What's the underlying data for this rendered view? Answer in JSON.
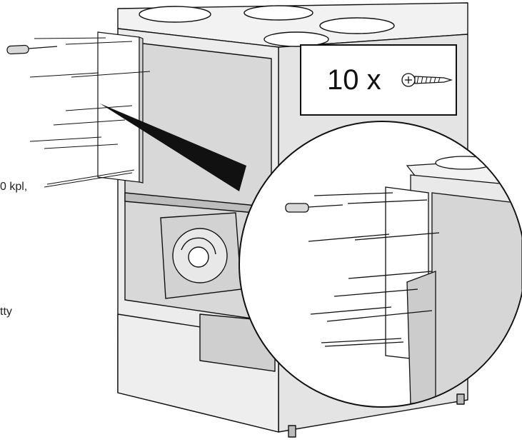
{
  "fragments": {
    "left_1": "0 kpl,",
    "left_2": "tty"
  },
  "callout": {
    "count_label": "10 x"
  },
  "icons": {
    "screwdriver": "screwdriver-icon",
    "screw": "screw-icon"
  },
  "colors": {
    "line": "#111111",
    "panel_light": "#e6e6e6",
    "panel_mid": "#cfcfcf",
    "panel_dark": "#bdbdbd",
    "background": "#ffffff"
  }
}
